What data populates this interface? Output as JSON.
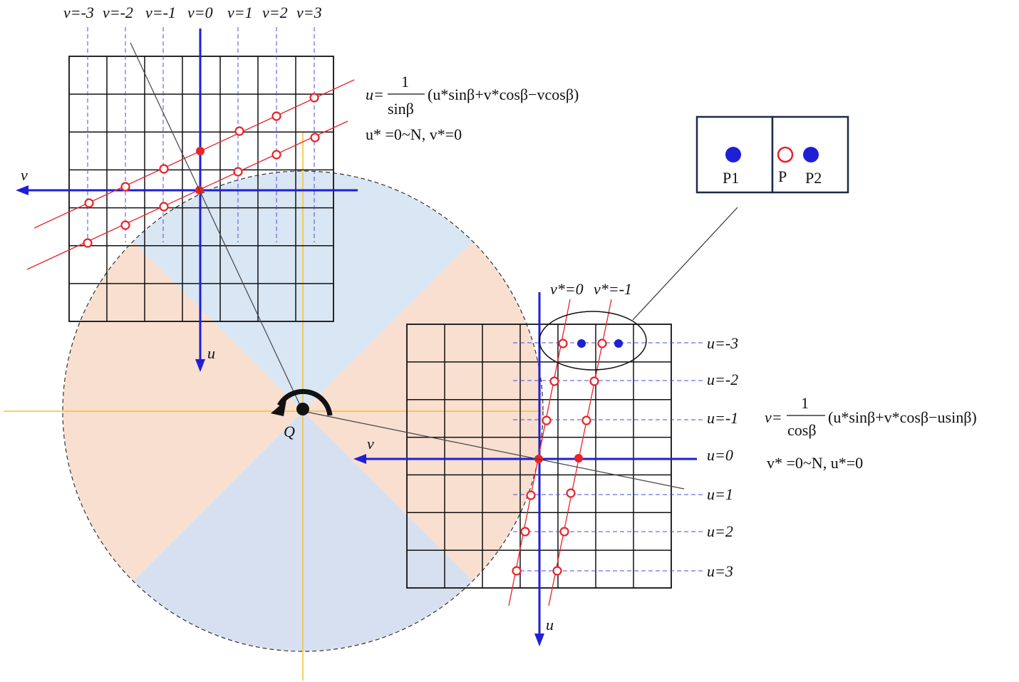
{
  "top_grid": {
    "v_labels": [
      "v=-3",
      "v=-2",
      "v=-1",
      "v=0",
      "v=1",
      "v=2",
      "v=3"
    ],
    "axis_v": "v",
    "axis_u": "u",
    "eq_lhs": "u=",
    "eq_num": "1",
    "eq_den": "sinβ",
    "eq_rhs": "(u*sinβ+v*cosβ−vcosβ)",
    "eq_cond": "u* =0~N, v*=0"
  },
  "bottom_grid": {
    "u_labels": [
      "u=-3",
      "u=-2",
      "u=-1",
      "u=0",
      "u=1",
      "u=2",
      "u=3"
    ],
    "line_labels": [
      "v*=0",
      "v*=-1"
    ],
    "axis_v": "v",
    "axis_u": "u",
    "eq_lhs": "v=",
    "eq_num": "1",
    "eq_den": "cosβ",
    "eq_rhs": "(u*sinβ+v*cosβ−usinβ)",
    "eq_cond": "v* =0~N, u*=0"
  },
  "center_label": "Q",
  "inset": {
    "left_label": "P1",
    "mid_label": "P",
    "right_label": "P2"
  },
  "colors": {
    "blue_axis": "#1f1fd6",
    "red_line": "#e8232a",
    "sector_blue": "#d9e6f3",
    "sector_orange": "#f8dfcf",
    "yellow_axis": "#f2c232",
    "dashed_blue": "#4a4ae0"
  }
}
